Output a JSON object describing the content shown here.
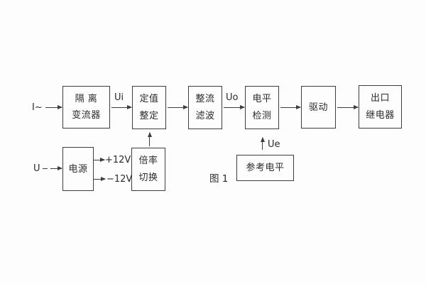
{
  "figure": {
    "caption": "图 1",
    "colors": {
      "line": "#3d3d3d",
      "text": "#2b2b2b",
      "background": "#fdfdfd"
    },
    "inputs": {
      "current": "I~",
      "voltage": "U"
    },
    "signal_labels": {
      "ui": "Ui",
      "uo": "Uo",
      "ue": "Ue"
    },
    "power_rails": {
      "positive": "+12V",
      "negative": "−12V"
    },
    "blocks": {
      "isolation_transformer": {
        "lines": [
          "隔 离",
          "变流器"
        ]
      },
      "setpoint_adjust": {
        "lines": [
          "定值",
          "整定"
        ]
      },
      "rectify_filter": {
        "lines": [
          "整流",
          "滤波"
        ]
      },
      "level_detect": {
        "lines": [
          "电平",
          "检测"
        ]
      },
      "drive": {
        "lines": [
          "驱动"
        ]
      },
      "output_relay": {
        "lines": [
          "出口",
          "继电器"
        ]
      },
      "power_supply": {
        "lines": [
          "电源"
        ]
      },
      "ratio_switch": {
        "lines": [
          "倍率",
          "切换"
        ]
      },
      "reference_level": {
        "lines": [
          "参考电平"
        ]
      }
    }
  }
}
